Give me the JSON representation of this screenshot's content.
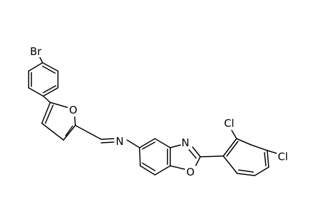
{
  "molecule": {
    "atoms": {
      "br": "Br",
      "furan_o": "O",
      "imine_n": "N",
      "oxazole_n": "N",
      "oxazole_o": "O",
      "cl_ortho": "Cl",
      "cl_para": "Cl"
    }
  }
}
